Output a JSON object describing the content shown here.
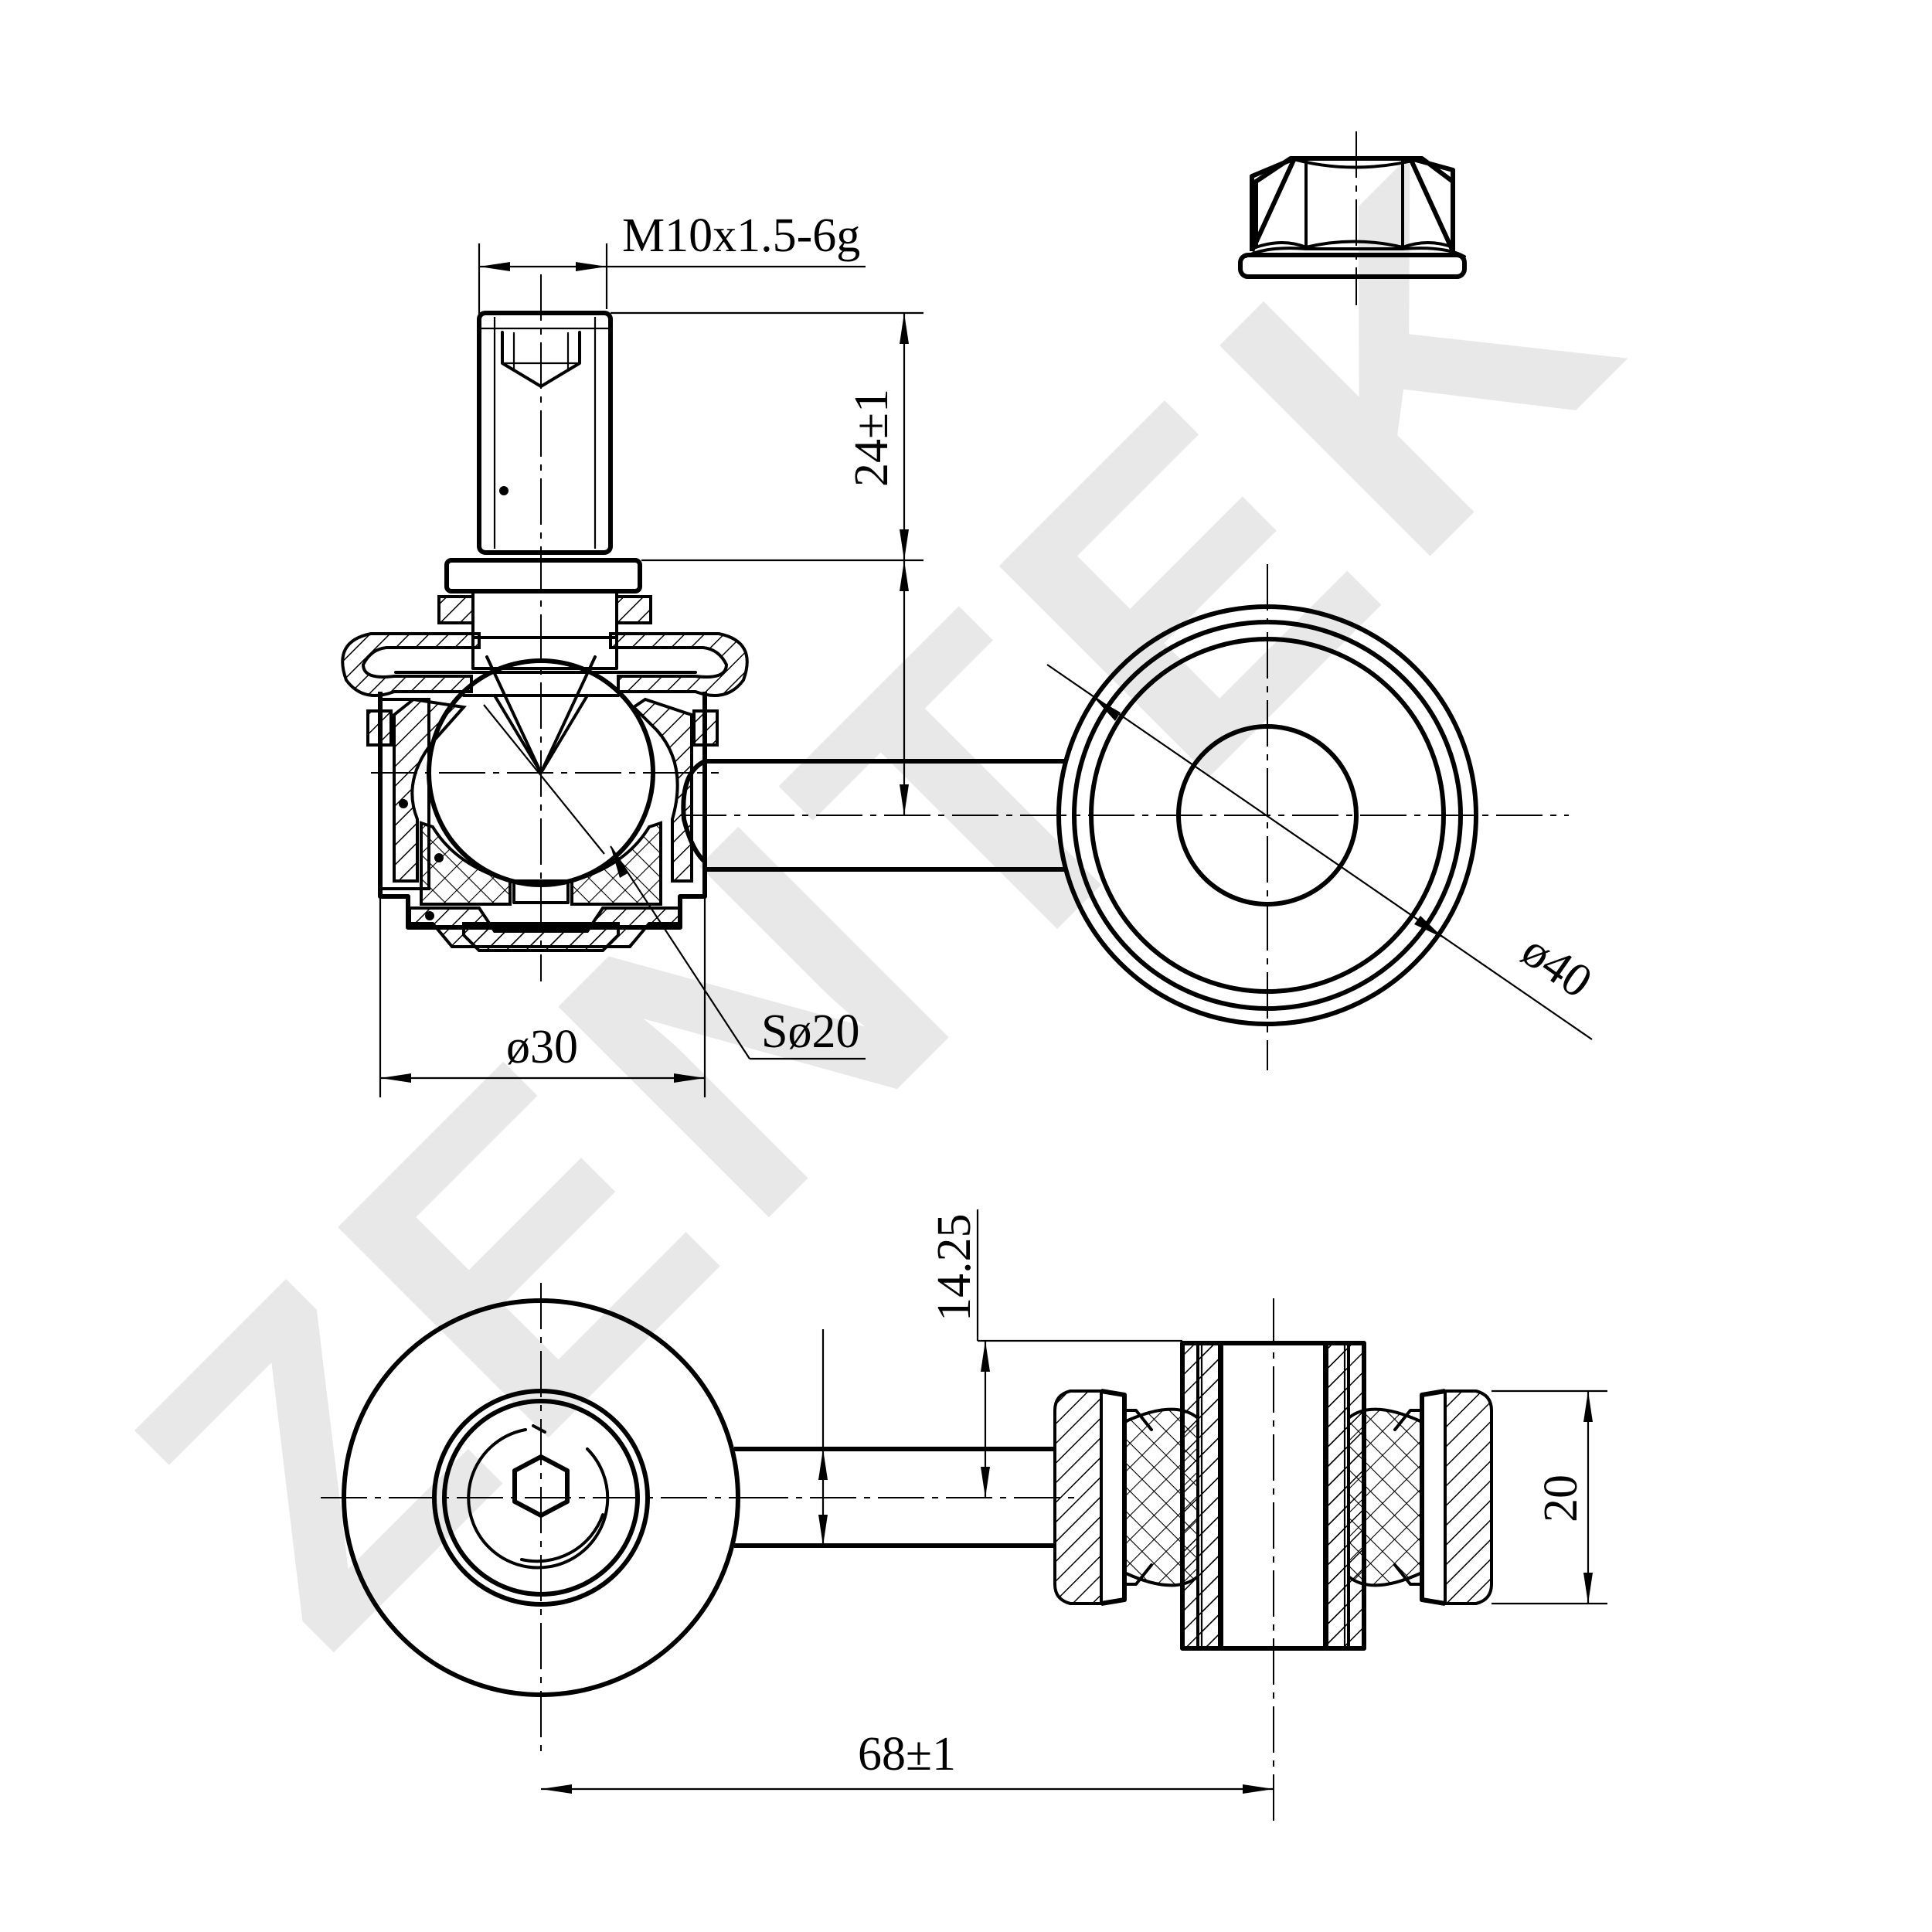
{
  "watermark": {
    "brand": "ZENTEK",
    "color": "#e8e8e8"
  },
  "dimensions": {
    "thread": "M10x1.5-6g",
    "stud_height": "24±1",
    "housing_dia": "ø30",
    "ball_dia": "Sø20",
    "eye_dia": "ø40",
    "offset": "14.25",
    "bush_width": "20",
    "center_distance": "68±1"
  },
  "colors": {
    "line": "#000000",
    "background": "#ffffff"
  },
  "icons": [
    "flange-nut-icon",
    "hex-socket-icon"
  ]
}
